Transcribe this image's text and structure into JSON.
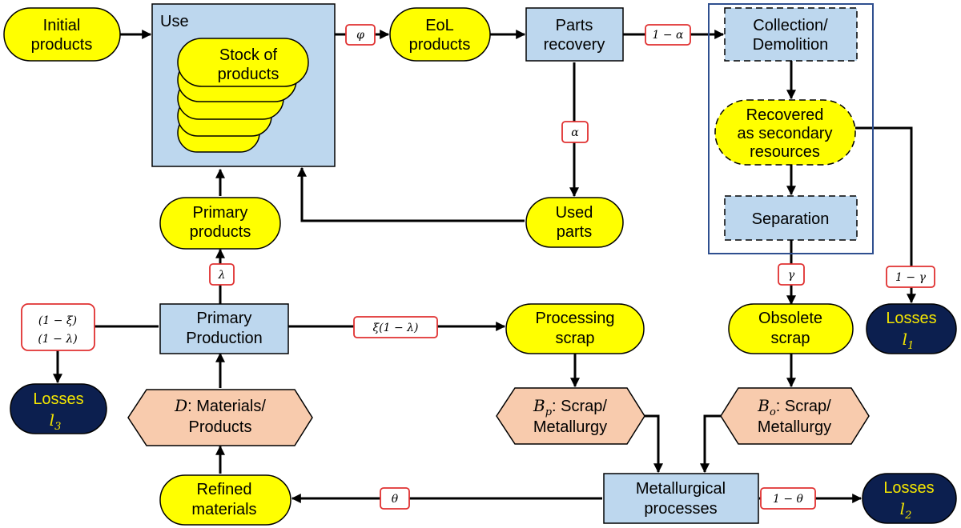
{
  "nodes": {
    "initial_products": [
      "Initial",
      "products"
    ],
    "use_title": "Use",
    "stock": [
      "Stock of",
      "products"
    ],
    "eol_products": [
      "EoL",
      "products"
    ],
    "parts_recovery": [
      "Parts",
      "recovery"
    ],
    "collection": [
      "Collection/",
      "Demolition"
    ],
    "recovered": [
      "Recovered",
      "as secondary",
      "resources"
    ],
    "separation": "Separation",
    "used_parts": [
      "Used",
      "parts"
    ],
    "primary_products": [
      "Primary",
      "products"
    ],
    "primary_production": [
      "Primary",
      "Production"
    ],
    "processing_scrap": [
      "Processing",
      "scrap"
    ],
    "obsolete_scrap": [
      "Obsolete",
      "scrap"
    ],
    "losses1": {
      "label": "Losses",
      "var": "l",
      "sub": "1"
    },
    "losses2": {
      "label": "Losses",
      "var": "l",
      "sub": "2"
    },
    "losses3": {
      "label": "Losses",
      "var": "l",
      "sub": "3"
    },
    "d_materials": {
      "var": "D",
      "text": ": Materials/",
      "line2": "Products"
    },
    "bp_scrap": {
      "var": "B",
      "sub": "p",
      "text": ": Scrap/",
      "line2": "Metallurgy"
    },
    "bo_scrap": {
      "var": "B",
      "sub": "o",
      "text": ": Scrap/",
      "line2": "Metallurgy"
    },
    "refined": [
      "Refined",
      "materials"
    ],
    "metallurgical": [
      "Metallurgical",
      "processes"
    ]
  },
  "labels": {
    "phi": "φ",
    "one_minus_alpha": "1 − α",
    "alpha": "α",
    "lambda": "λ",
    "one_minus_xi": "(1 − ξ)",
    "one_minus_lambda": "(1 − λ)",
    "xi_one_minus_lambda": "ξ(1 − λ)",
    "gamma": "γ",
    "one_minus_gamma": "1 − γ",
    "theta": "θ",
    "one_minus_theta": "1 − θ"
  },
  "colors": {
    "product_node": "#ffff00",
    "process_node": "#bdd7ee",
    "loss_node": "#0c1f4f",
    "loss_text": "#f4e600",
    "resource_node": "#f8cbad",
    "label_border": "#e03030",
    "group_border": "#2f4f8f"
  }
}
